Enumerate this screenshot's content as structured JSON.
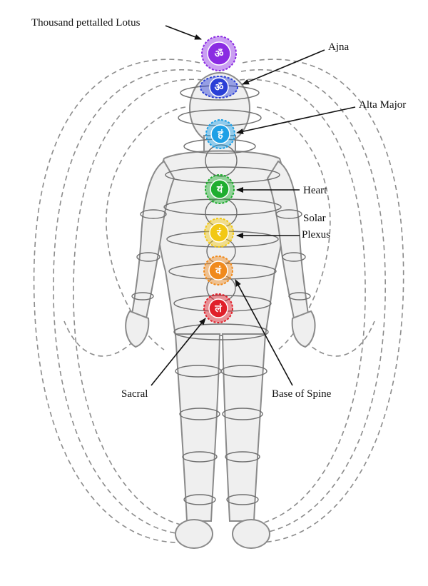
{
  "labels": {
    "thousand_petalled_lotus": "Thousand pettalled Lotus",
    "ajna": "Ajna",
    "alta_major": "Alta Major",
    "heart": "Heart",
    "solar_line1": "Solar",
    "solar_line2": "Plexus",
    "base_of_spine": "Base of Spine",
    "sacral": "Sacral"
  },
  "chakras": [
    {
      "id": "crown",
      "color": "#8a2be2",
      "glyph": "ॐ"
    },
    {
      "id": "ajna",
      "color": "#2a3fd6",
      "glyph": "ॐ"
    },
    {
      "id": "throat",
      "color": "#1ea0e6",
      "glyph": "हं"
    },
    {
      "id": "heart",
      "color": "#1fae2f",
      "glyph": "यं"
    },
    {
      "id": "solar",
      "color": "#f2c814",
      "glyph": "रं"
    },
    {
      "id": "sacral",
      "color": "#f08a1c",
      "glyph": "वं"
    },
    {
      "id": "root",
      "color": "#e0202a",
      "glyph": "लं"
    }
  ]
}
